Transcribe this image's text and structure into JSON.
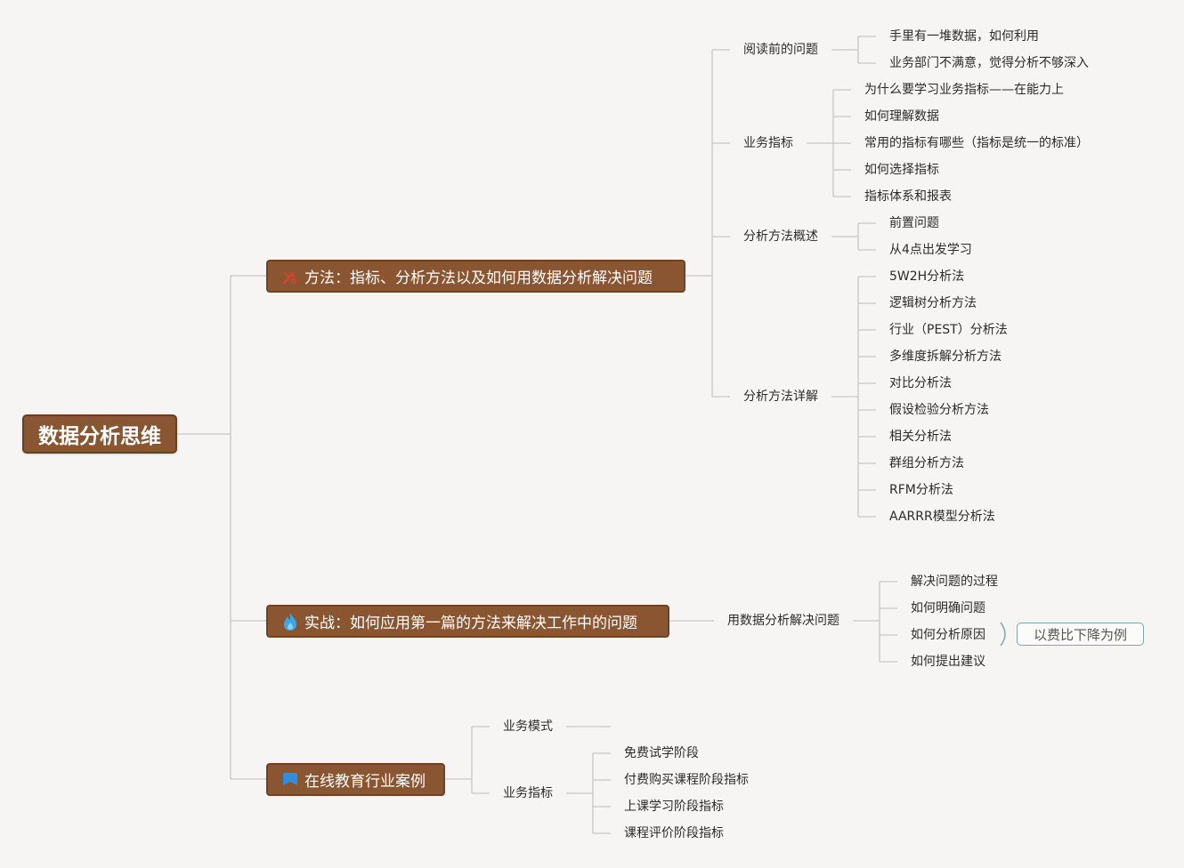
{
  "root": {
    "title": "数据分析思维"
  },
  "method": {
    "title": "方法：指标、分析方法以及如何用数据分析解决问题",
    "icon": "tools-icon",
    "reading": {
      "title": "阅读前的问题",
      "items": [
        "手里有一堆数据，如何利用",
        "业务部门不满意，觉得分析不够深入"
      ]
    },
    "metrics": {
      "title": "业务指标",
      "items": [
        "为什么要学习业务指标——在能力上",
        "如何理解数据",
        "常用的指标有哪些（指标是统一的标准）",
        "如何选择指标",
        "指标体系和报表"
      ]
    },
    "overview": {
      "title": "分析方法概述",
      "items": [
        "前置问题",
        "从4点出发学习"
      ]
    },
    "detail": {
      "title": "分析方法详解",
      "items": [
        "5W2H分析法",
        "逻辑树分析方法",
        "行业（PEST）分析法",
        "多维度拆解分析方法",
        "对比分析法",
        "假设检验分析方法",
        "相关分析法",
        "群组分析方法",
        "RFM分析法",
        "AARRR模型分析法"
      ]
    }
  },
  "practice": {
    "title": "实战：如何应用第一篇的方法来解决工作中的问题",
    "icon": "flame-icon",
    "solve": {
      "title": "用数据分析解决问题",
      "items": [
        "解决问题的过程",
        "如何明确问题",
        "如何分析原因",
        "如何提出建议"
      ]
    },
    "note": "以费比下降为例"
  },
  "case": {
    "title": "在线教育行业案例",
    "icon": "flag-icon",
    "model": {
      "title": "业务模式"
    },
    "metrics": {
      "title": "业务指标",
      "items": [
        "免费试学阶段",
        "付费购买课程阶段指标",
        "上课学习阶段指标",
        "课程评价阶段指标"
      ]
    }
  },
  "colors": {
    "topic_fill": "#8a5632",
    "topic_border": "#6e4223",
    "line": "#c9c6c2",
    "tools_icon": "#d2432f",
    "flame_icon": "#3aa6e8",
    "flag_icon": "#2f8ee0",
    "note_border": "#7aa9a6"
  }
}
